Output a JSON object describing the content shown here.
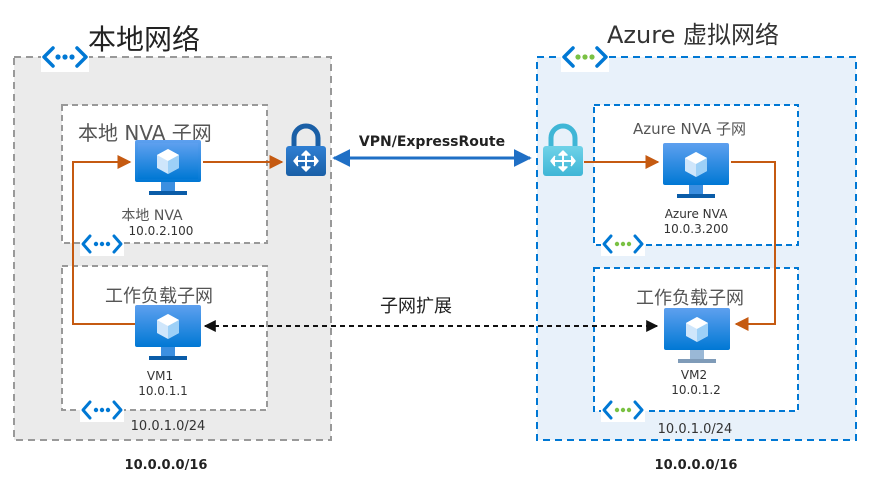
{
  "onprem": {
    "title": "本地网络",
    "nva_subnet": {
      "title": "本地 NVA 子网",
      "vm_name": "本地 NVA",
      "ip": "10.0.2.100"
    },
    "workload_subnet": {
      "title": "工作负载子网",
      "vm_name": "VM1",
      "ip": "10.0.1.1",
      "cidr": "10.0.1.0/24"
    },
    "cidr": "10.0.0.0/16"
  },
  "azure": {
    "title": "Azure 虚拟网络",
    "nva_subnet": {
      "title": "Azure  NVA 子网",
      "vm_name": "Azure NVA",
      "ip": "10.0.3.200"
    },
    "workload_subnet": {
      "title": "工作负载子网",
      "vm_name": "VM2",
      "ip": "10.0.1.2",
      "cidr": "10.0.1.0/24"
    },
    "cidr": "10.0.0.0/16"
  },
  "connections": {
    "vpn_label": "VPN/ExpressRoute",
    "extension_label": "子网扩展"
  },
  "colors": {
    "route_arrow": "#c55a11",
    "vpn_arrow": "#1f6fc5",
    "onprem_border": "#999999",
    "azure_border": "#0078d4",
    "onprem_fill": "#ebebeb",
    "azure_fill": "#e8f1fa"
  },
  "icons": {
    "vnet": "vnet-icon",
    "gateway": "vpn-gateway-lock-icon",
    "vm": "virtual-machine-icon"
  }
}
